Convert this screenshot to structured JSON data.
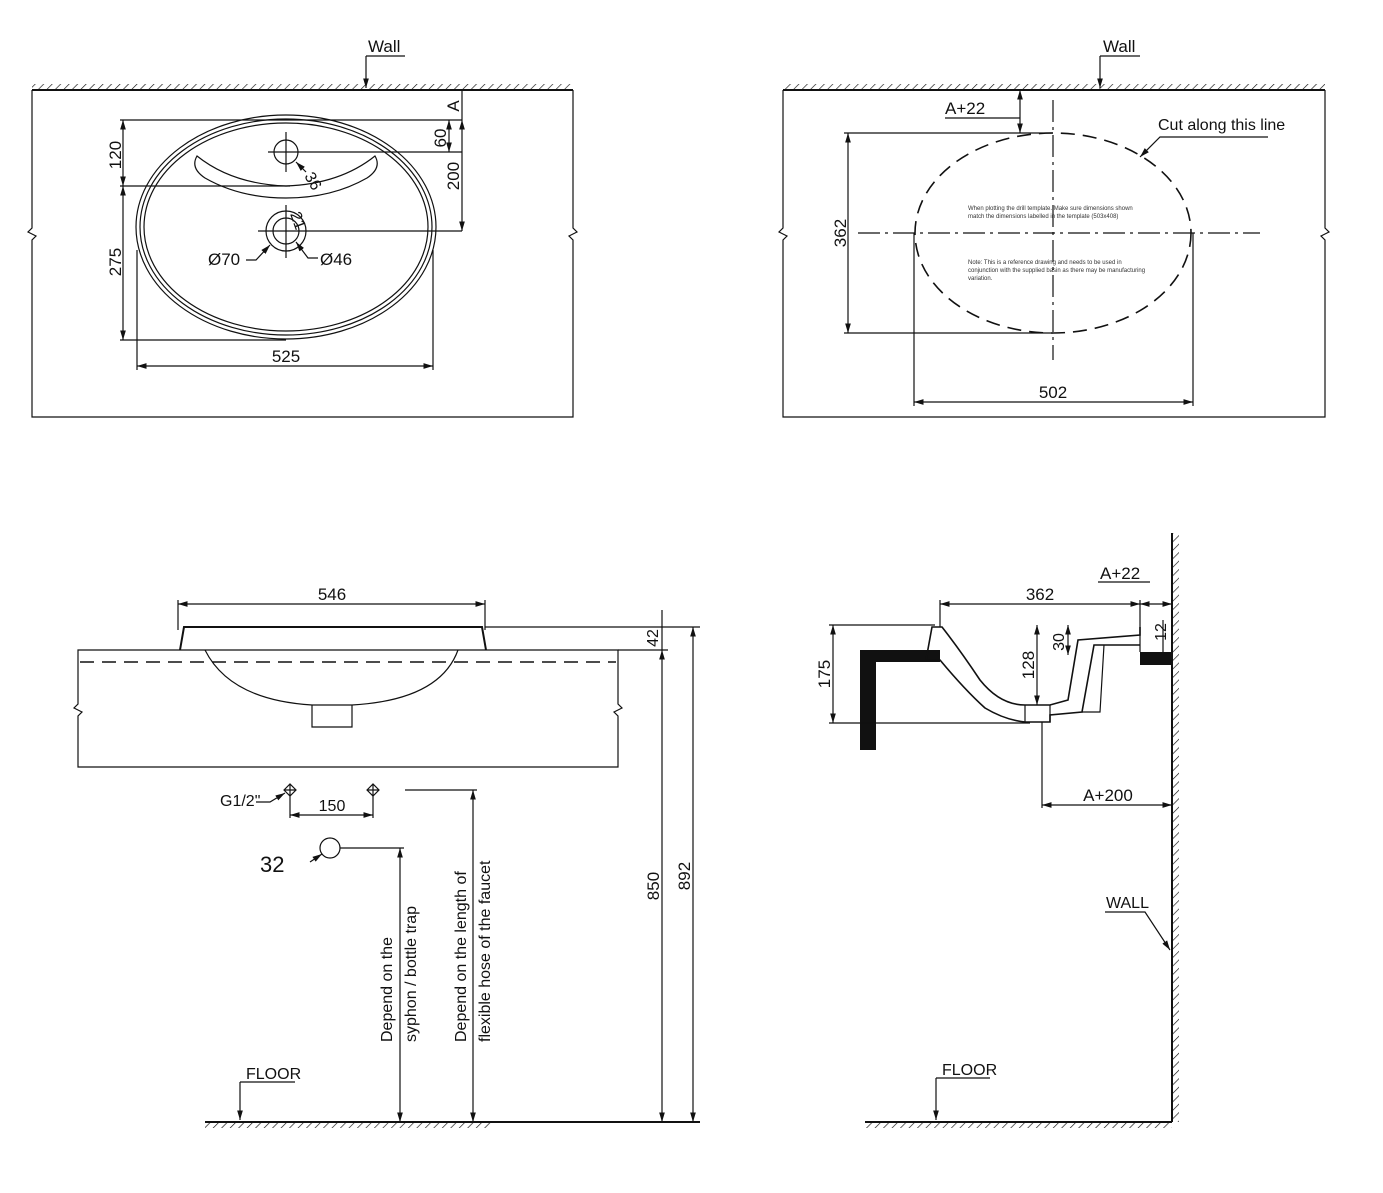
{
  "top_view": {
    "wall_label": "Wall",
    "dims": {
      "d120": "120",
      "d275": "275",
      "d525": "525",
      "d60": "60",
      "d200": "200",
      "a": "A",
      "d36": "36",
      "d21": "21",
      "o70": "Ø70",
      "o46": "Ø46"
    }
  },
  "template_view": {
    "wall_label": "Wall",
    "a22": "A+22",
    "cut_label": "Cut along this line",
    "d362": "362",
    "d502": "502",
    "note1_line1": "When plotting the drill template. Make sure dimensions shown",
    "note1_line2": "match the dimensions labelled in the template (503x408)",
    "note2_line1": "Note: This is a reference drawing and needs to be used in",
    "note2_line2": "conjunction with the supplied basin as there may be manufacturing",
    "note2_line3": "variation."
  },
  "front_view": {
    "d546": "546",
    "d42": "42",
    "d850": "850",
    "d892": "892",
    "d150": "150",
    "g12": "G1/2\"",
    "d32": "32",
    "syphon_line1": "Depend on the",
    "syphon_line2": "syphon / bottle trap",
    "hose_line1": "Depend on the length of",
    "hose_line2": "flexible hose of the faucet",
    "floor_label": "FLOOR"
  },
  "side_view": {
    "d362": "362",
    "a22": "A+22",
    "d175": "175",
    "d128": "128",
    "d30": "30",
    "d12": "12",
    "a200": "A+200",
    "wall_label": "WALL",
    "floor_label": "FLOOR"
  }
}
